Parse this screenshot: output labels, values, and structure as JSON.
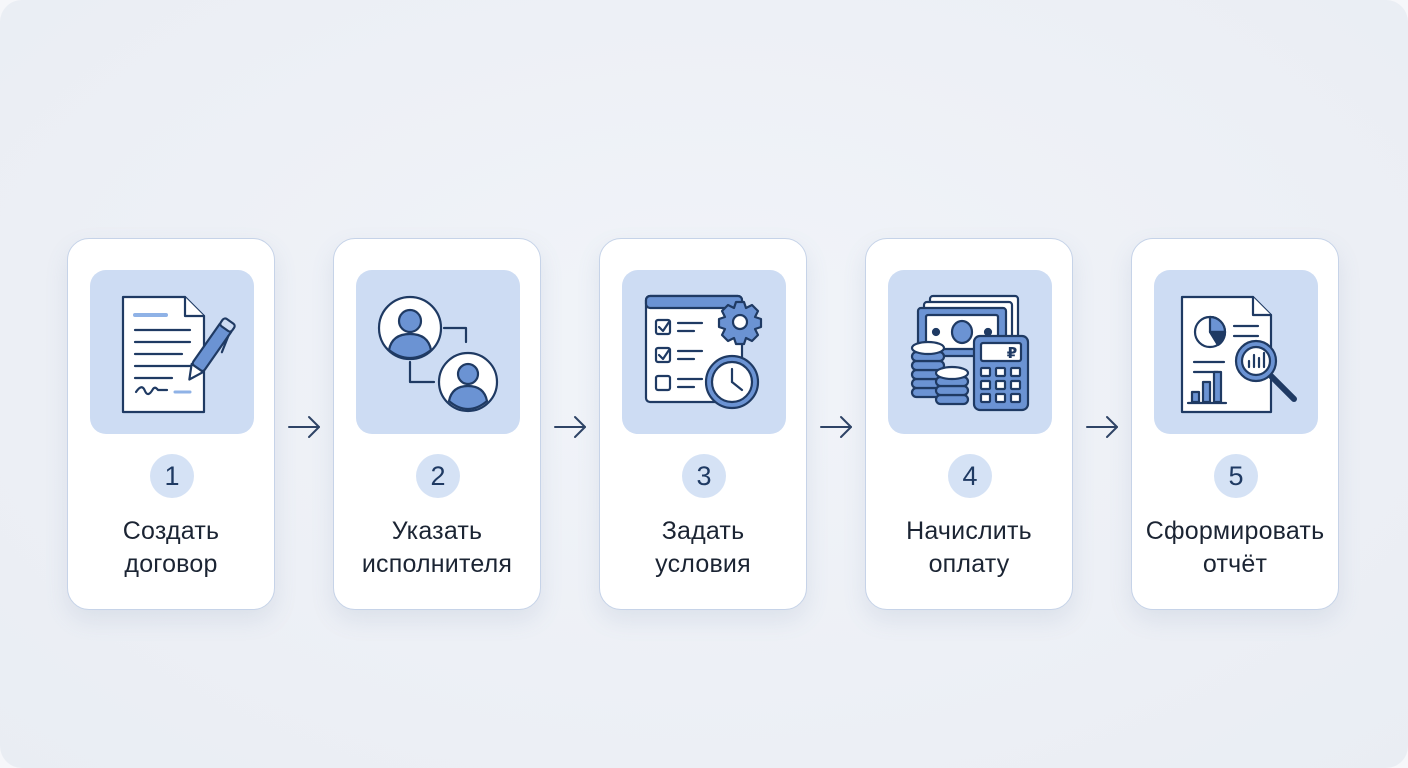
{
  "steps": [
    {
      "number": "1",
      "line1": "Создать",
      "line2": "договор",
      "icon": "contract-signing-icon"
    },
    {
      "number": "2",
      "line1": "Указать",
      "line2": "исполнителя",
      "icon": "assign-people-icon"
    },
    {
      "number": "3",
      "line1": "Задать",
      "line2": "условия",
      "icon": "checklist-settings-icon"
    },
    {
      "number": "4",
      "line1": "Начислить",
      "line2": "оплату",
      "icon": "money-calculator-icon"
    },
    {
      "number": "5",
      "line1": "Сформировать",
      "line2": "отчёт",
      "icon": "report-analytics-icon"
    }
  ],
  "calculator_symbol": "₽",
  "colors": {
    "card_border": "#c6d3e8",
    "icon_tile": "#cddcf3",
    "icon_stroke": "#1f3a63",
    "icon_fill": "#6b93d3",
    "number_badge": "#d5e2f5",
    "arrow": "#2f4466"
  }
}
